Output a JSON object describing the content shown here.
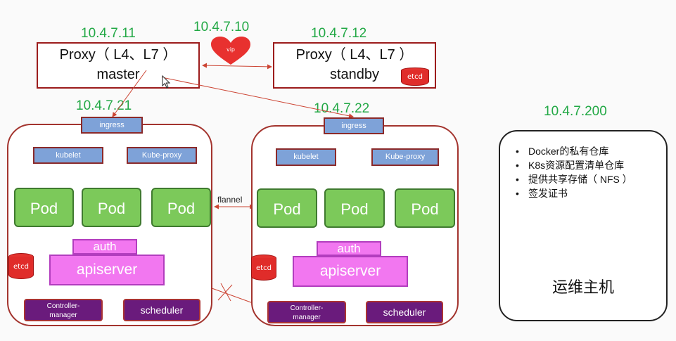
{
  "ips": {
    "vip": "10.4.7.10",
    "master": "10.4.7.11",
    "standby": "10.4.7.12",
    "node1": "10.4.7.21",
    "node2": "10.4.7.22",
    "ops": "10.4.7.200"
  },
  "proxy_master": {
    "line1": "Proxy（ L4、L7 ）",
    "line2": "master"
  },
  "proxy_standby": {
    "line1": "Proxy（ L4、L7 ）",
    "line2": "standby"
  },
  "vip_label": "vip",
  "etcd_label": "etcd",
  "flannel_label": "flannel",
  "node": {
    "ingress": "ingress",
    "kubelet": "kubelet",
    "kube_proxy": "Kube-proxy",
    "pod": "Pod",
    "auth": "auth",
    "apiserver": "apiserver",
    "controller_manager": "Controller-\nmanager",
    "scheduler": "scheduler"
  },
  "ops_host": {
    "items": [
      "Docker的私有仓库",
      "K8s资源配置清单仓库",
      "提供共享存储（ NFS ）",
      "签发证书"
    ],
    "title": "运维主机"
  },
  "colors": {
    "ip_green": "#22a845",
    "border_red": "#a3342e",
    "pod_green": "#7cc95a",
    "api_pink": "#f277f0",
    "ctl_purple": "#6a1b7c",
    "svc_blue": "#7ea2d8"
  }
}
